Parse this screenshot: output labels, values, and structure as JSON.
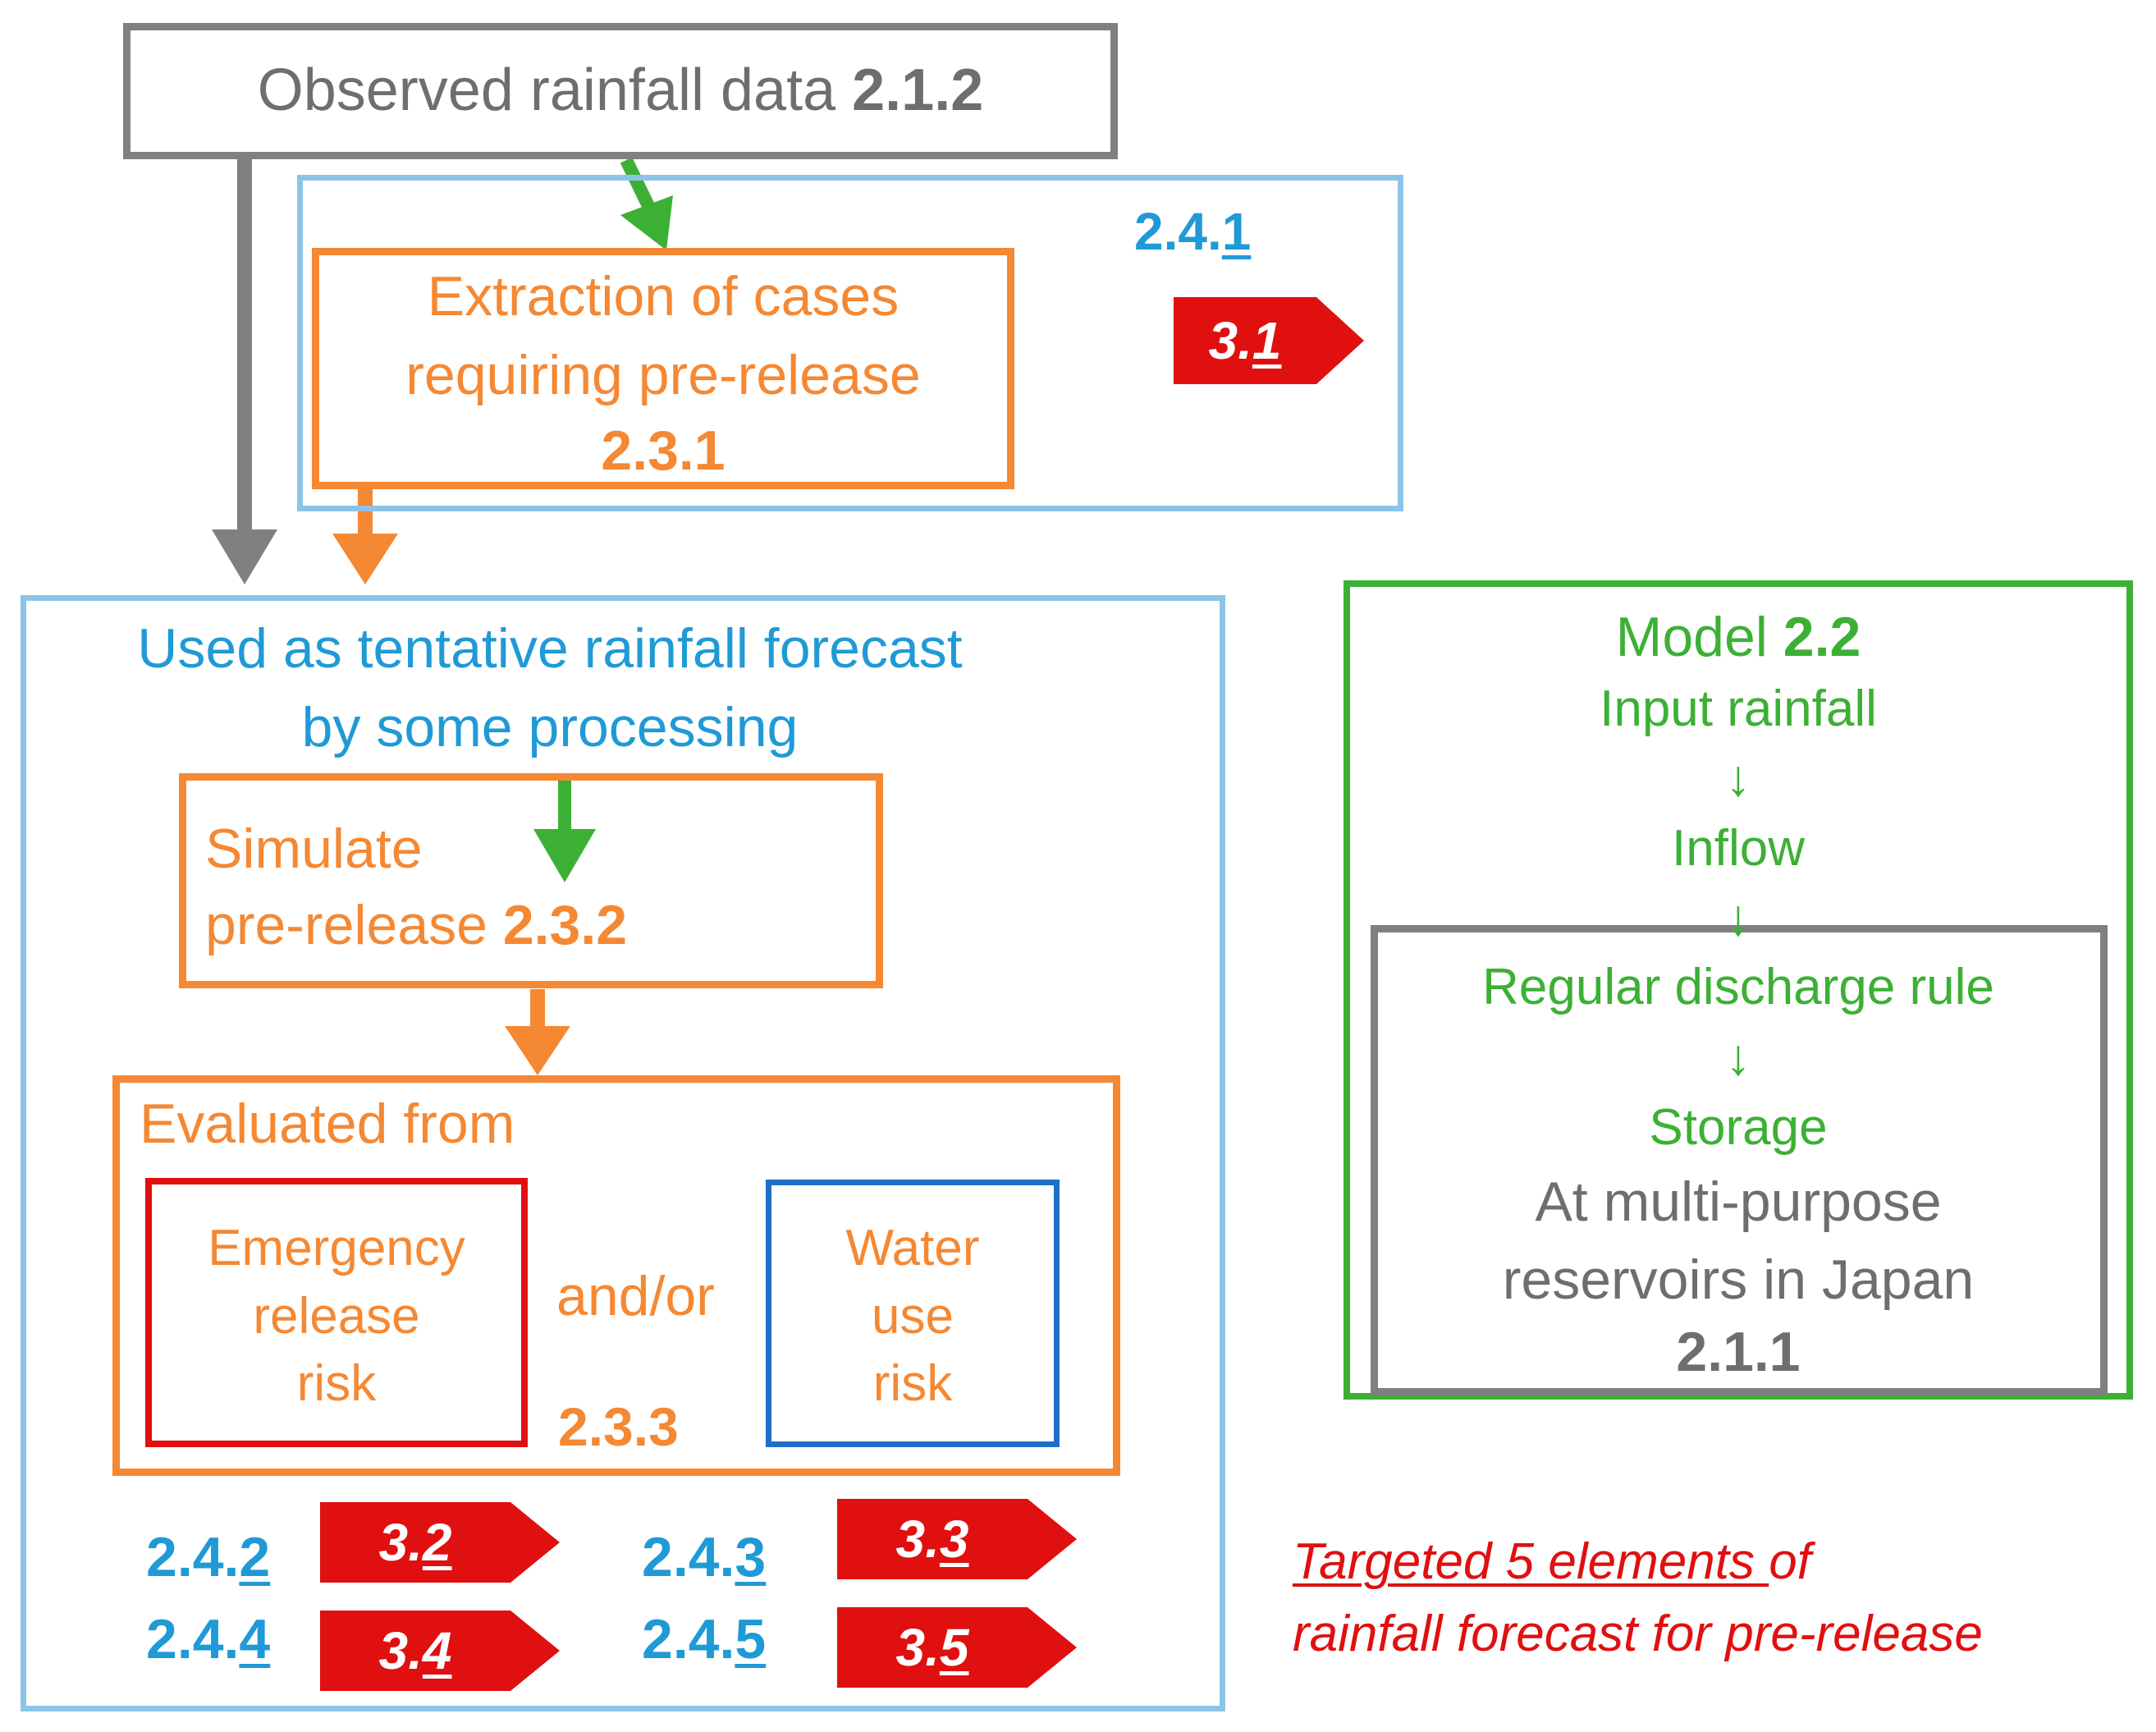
{
  "colors": {
    "gray": "#808080",
    "gray_text": "#6e6e6e",
    "orange": "#f58833",
    "sky_blue": "#8cc4e8",
    "blue_text": "#1f9ad6",
    "green": "#3cb034",
    "red": "#e01010",
    "navy_blue": "#1f6fc8",
    "tag_red": "#e01010"
  },
  "observed": {
    "text": "Observed rainfall data ",
    "code": "2.1.2"
  },
  "extraction": {
    "line1": "Extraction of cases",
    "line2": "requiring pre-release",
    "code": "2.3.1"
  },
  "section_241": {
    "prefix": "2.4.",
    "suffix": "1"
  },
  "tag_31": {
    "prefix": "3.",
    "suffix": "1"
  },
  "tentative": {
    "line1": "Used as tentative rainfall forecast",
    "line2": "by some processing"
  },
  "simulate": {
    "line1": "Simulate",
    "line2": "pre-release ",
    "code": "2.3.2"
  },
  "evaluated": {
    "heading": "Evaluated from",
    "emergency": [
      "Emergency",
      "release",
      "risk"
    ],
    "andor": "and/or",
    "code": "2.3.3",
    "water": [
      "Water",
      "use",
      "risk"
    ]
  },
  "bottom_links": [
    {
      "prefix": "2.4.",
      "suffix": "2",
      "tag_prefix": "3.",
      "tag_suffix": "2"
    },
    {
      "prefix": "2.4.",
      "suffix": "3",
      "tag_prefix": "3.",
      "tag_suffix": "3"
    },
    {
      "prefix": "2.4.",
      "suffix": "4",
      "tag_prefix": "3.",
      "tag_suffix": "4"
    },
    {
      "prefix": "2.4.",
      "suffix": "5",
      "tag_prefix": "3.",
      "tag_suffix": "5"
    }
  ],
  "model": {
    "title": "Model ",
    "code": "2.2",
    "step1": "Input rainfall",
    "arrow": "↓",
    "step2": "Inflow",
    "step3": "Regular discharge rule",
    "step4": "Storage",
    "reservoir_line1": "At multi-purpose",
    "reservoir_line2": "reservoirs in Japan",
    "reservoir_code": "2.1.1"
  },
  "targeted": {
    "line1_u": "Targeted 5 elements ",
    "line1_rest": "of",
    "line2": "rainfall forecast for pre-release"
  }
}
